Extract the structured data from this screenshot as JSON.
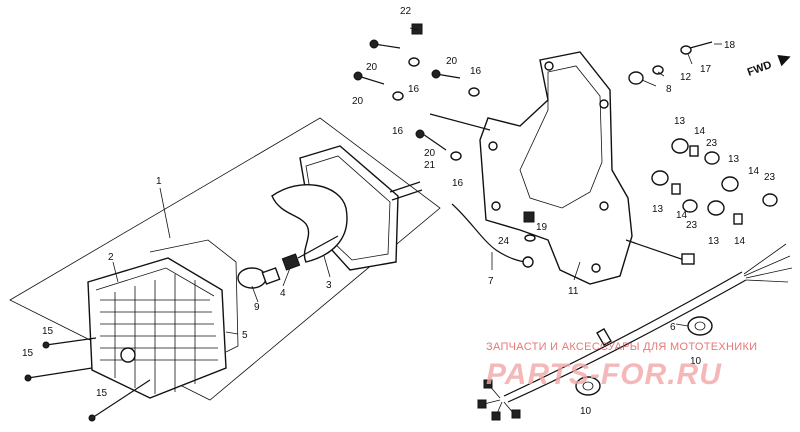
{
  "diagram": {
    "direction_label": "FWD",
    "watermark": {
      "caption": "ЗАПЧАСТИ И АКСЕССУАРЫ ДЛЯ МОТОТЕХНИКИ",
      "logo": "PARTS-FOR.RU"
    },
    "callouts": [
      "1",
      "2",
      "3",
      "4",
      "5",
      "6",
      "7",
      "8",
      "9",
      "10",
      "10",
      "11",
      "12",
      "13",
      "13",
      "13",
      "13",
      "14",
      "14",
      "14",
      "14",
      "15",
      "15",
      "15",
      "16",
      "16",
      "16",
      "16",
      "17",
      "18",
      "19",
      "20",
      "20",
      "20",
      "20",
      "21",
      "22",
      "23",
      "23",
      "23",
      "24"
    ]
  }
}
